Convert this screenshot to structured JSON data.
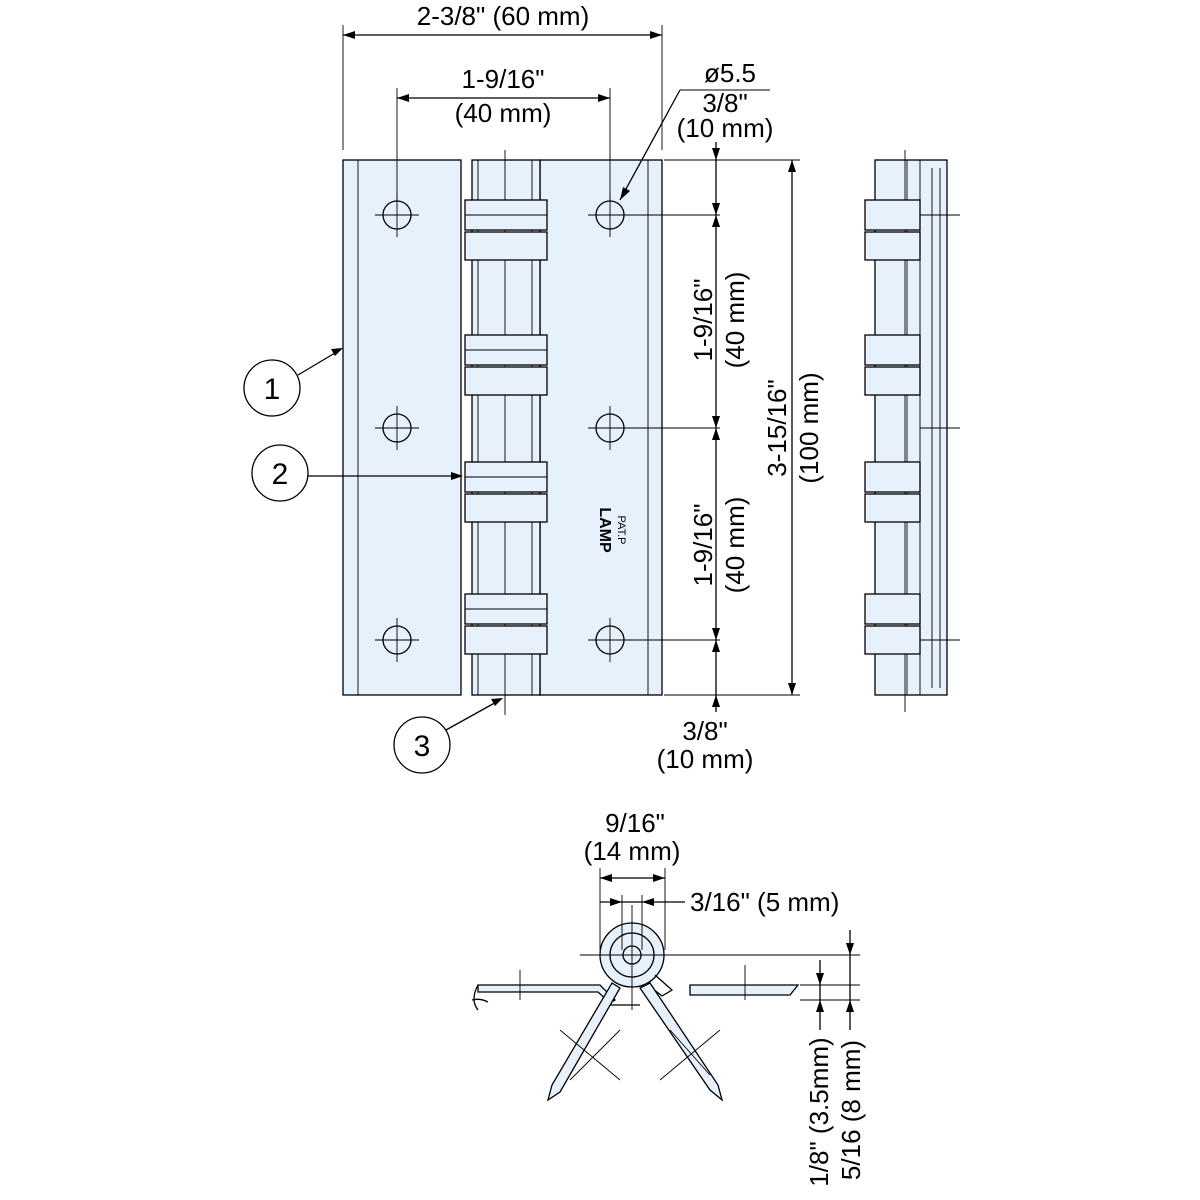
{
  "dimensions": {
    "overall_width": "2-3/8\" (60 mm)",
    "hole_spacing_h_in": "1-9/16\"",
    "hole_spacing_h_mm": "(40 mm)",
    "hole_diameter": "ø5.5",
    "top_margin_in": "3/8\"",
    "top_margin_mm": "(10 mm)",
    "pitch_upper_in": "1-9/16\"",
    "pitch_upper_mm": "(40 mm)",
    "pitch_lower_in": "1-9/16\"",
    "pitch_lower_mm": "(40 mm)",
    "overall_height_in": "3-15/16\"",
    "overall_height_mm": "(100 mm)",
    "bottom_margin_in": "3/8\"",
    "bottom_margin_mm": "(10 mm)",
    "knuckle_width_in": "9/16\"",
    "knuckle_width_mm": "(14 mm)",
    "pin_diameter": "3/16\" (5 mm)",
    "leaf_thickness": "1/8\" (3.5mm)",
    "leaf_offset": "5/16  (8 mm)"
  },
  "callouts": [
    "1",
    "2",
    "3"
  ],
  "logo": {
    "brand": "LAMP",
    "mark": "PAT.P"
  }
}
